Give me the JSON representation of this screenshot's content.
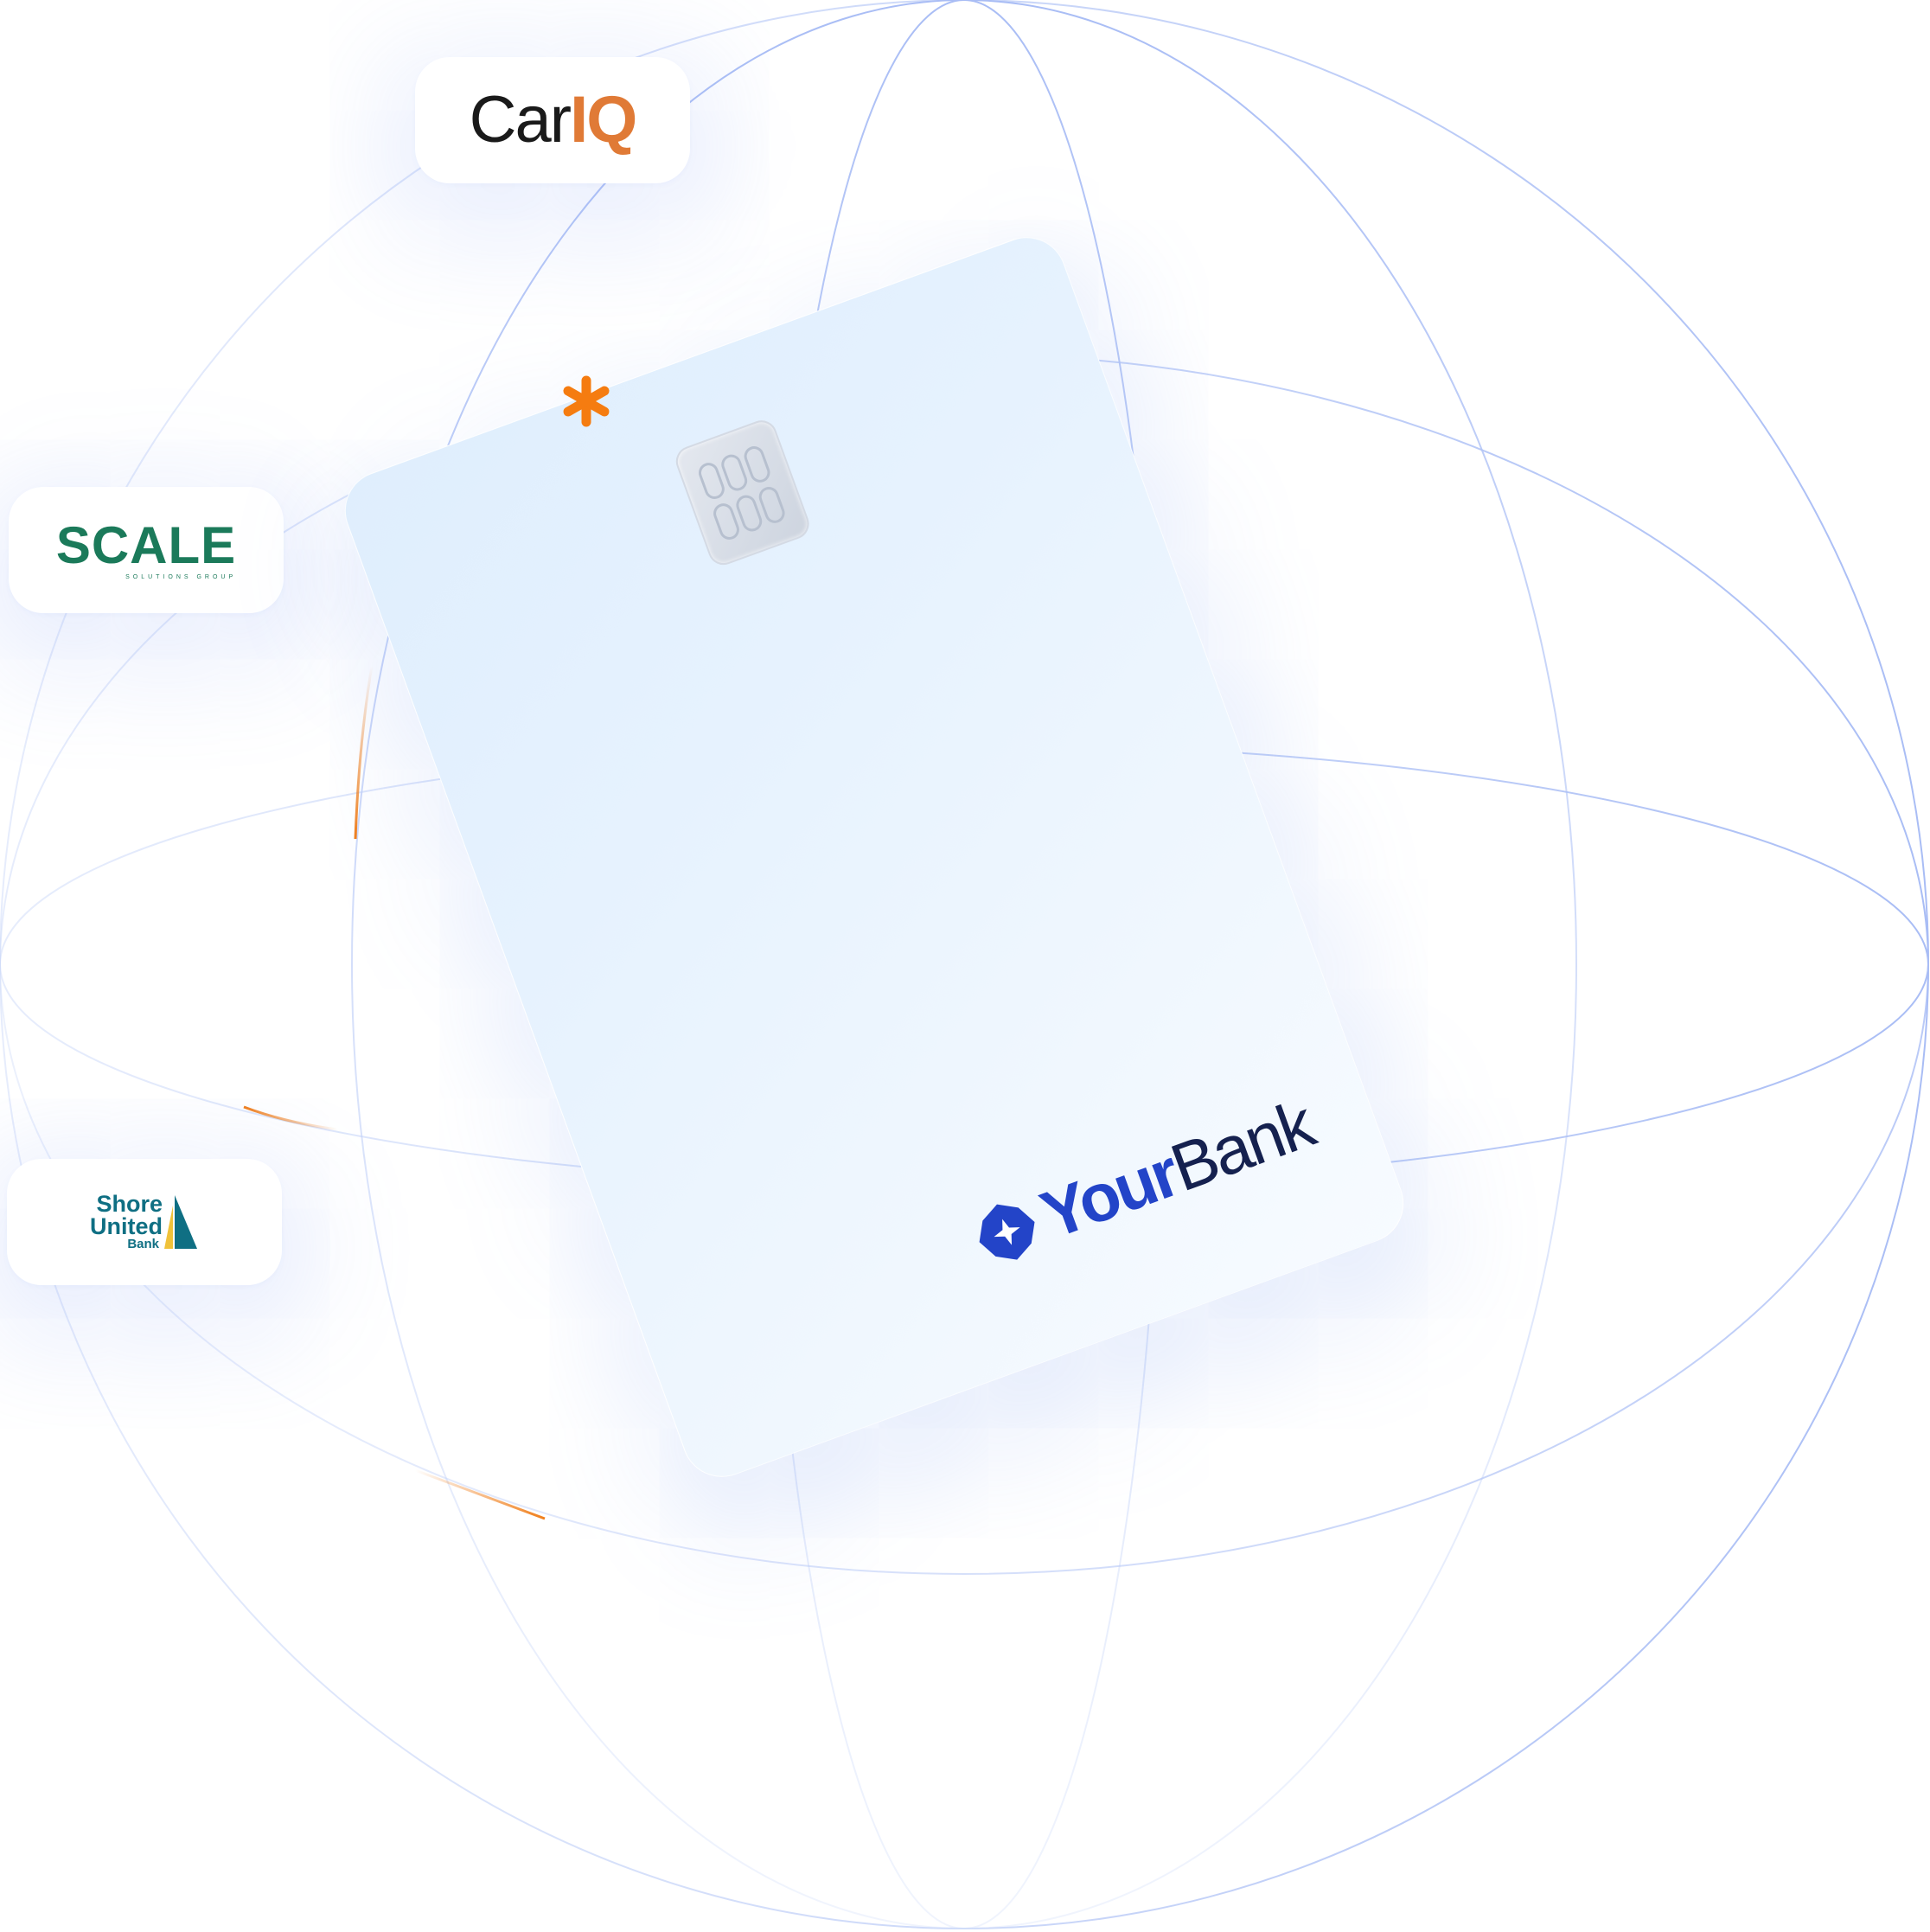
{
  "partners": {
    "cariq": {
      "car": "Car",
      "iq": "IQ"
    },
    "scale": {
      "name": "SCALE",
      "tagline": "SOLUTIONS GROUP"
    },
    "shore": {
      "line1": "Shore",
      "line2": "United",
      "line3": "Bank"
    }
  },
  "card": {
    "brand_your": "Your",
    "brand_bank": "Bank"
  },
  "colors": {
    "globe_line": "#a9bdf5",
    "accent_orange": "#f07e1a",
    "brand_blue": "#2344c8",
    "brand_navy": "#15214f",
    "scale_green": "#1b7a5a",
    "shore_teal": "#0f6f83",
    "cariq_orange": "#e07a36"
  },
  "icons": {
    "asterisk": "asterisk-icon",
    "card_chip": "card-chip-icon",
    "brand_mark": "yourbank-star-icon"
  }
}
